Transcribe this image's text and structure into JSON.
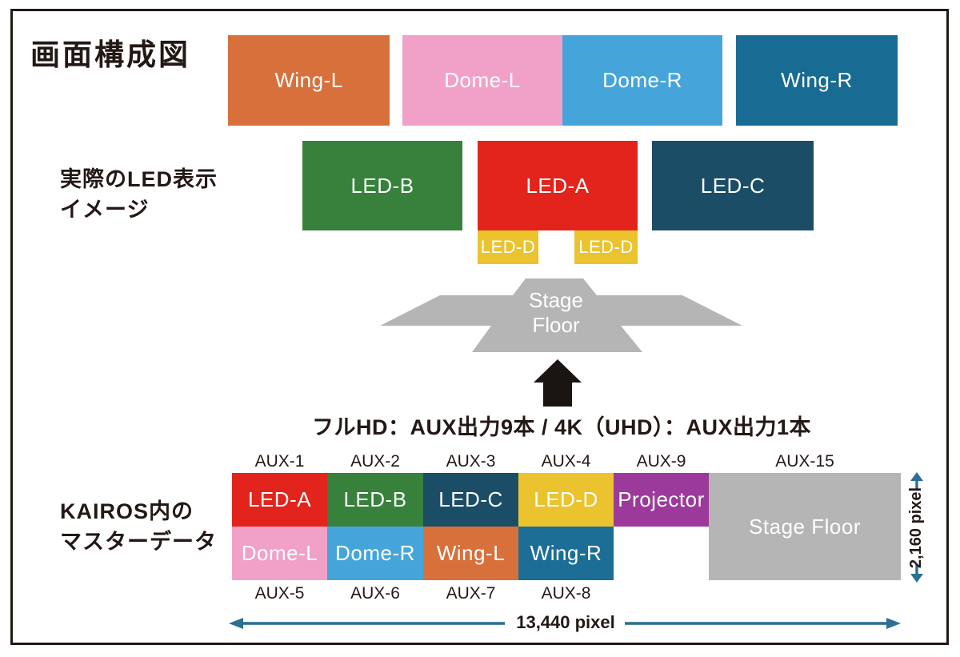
{
  "title": "画面構成図",
  "section_labels": {
    "led_image_line1": "実際のLED表示",
    "led_image_line2": "イメージ",
    "kairos_line1": "KAIROS内の",
    "kairos_line2": "マスターデータ"
  },
  "led_display": {
    "top_row": [
      {
        "label": "Wing-L",
        "color": "#d8703c"
      },
      {
        "label": "Dome-L",
        "color": "#f1a1c8"
      },
      {
        "label": "Dome-R",
        "color": "#45a5db"
      },
      {
        "label": "Wing-R",
        "color": "#186b92"
      }
    ],
    "main_row": [
      {
        "label": "LED-B",
        "color": "#37813c"
      },
      {
        "label": "LED-A",
        "color": "#e2241c"
      },
      {
        "label": "LED-C",
        "color": "#1c4d67"
      }
    ],
    "sub_row": [
      {
        "label": "LED-D",
        "color": "#ebc32e"
      },
      {
        "label": "LED-D",
        "color": "#ebc32e"
      }
    ],
    "stage_floor": {
      "line1": "Stage",
      "line2": "Floor",
      "color": "#b5b5b5"
    }
  },
  "aux_note": "フルHD：AUX出力9本 / 4K（UHD）：AUX出力1本",
  "master_grid": {
    "top_labels": [
      "AUX-1",
      "AUX-2",
      "AUX-3",
      "AUX-4",
      "AUX-9",
      "AUX-15"
    ],
    "row1": [
      {
        "label": "LED-A",
        "color": "#e2241c"
      },
      {
        "label": "LED-B",
        "color": "#37813c"
      },
      {
        "label": "LED-C",
        "color": "#1c4d67"
      },
      {
        "label": "LED-D",
        "color": "#ebc32e"
      },
      {
        "label": "Projector",
        "color": "#9b3a9b"
      }
    ],
    "row2": [
      {
        "label": "Dome-L",
        "color": "#f1a1c8"
      },
      {
        "label": "Dome-R",
        "color": "#45a5db"
      },
      {
        "label": "Wing-L",
        "color": "#d8703c"
      },
      {
        "label": "Wing-R",
        "color": "#1c6e96"
      }
    ],
    "stage_floor": {
      "label": "Stage Floor",
      "color": "#b5b5b5"
    },
    "bottom_labels": [
      "AUX-5",
      "AUX-6",
      "AUX-7",
      "AUX-8"
    ]
  },
  "dimensions": {
    "width_label": "13,440 pixel",
    "height_label": "2,160 pixel"
  },
  "palette": {
    "ink": "#231815",
    "black_arrow": "#1a1512",
    "dim_arrow": "#2c7093",
    "stage_gray": "#b5b5b5"
  }
}
